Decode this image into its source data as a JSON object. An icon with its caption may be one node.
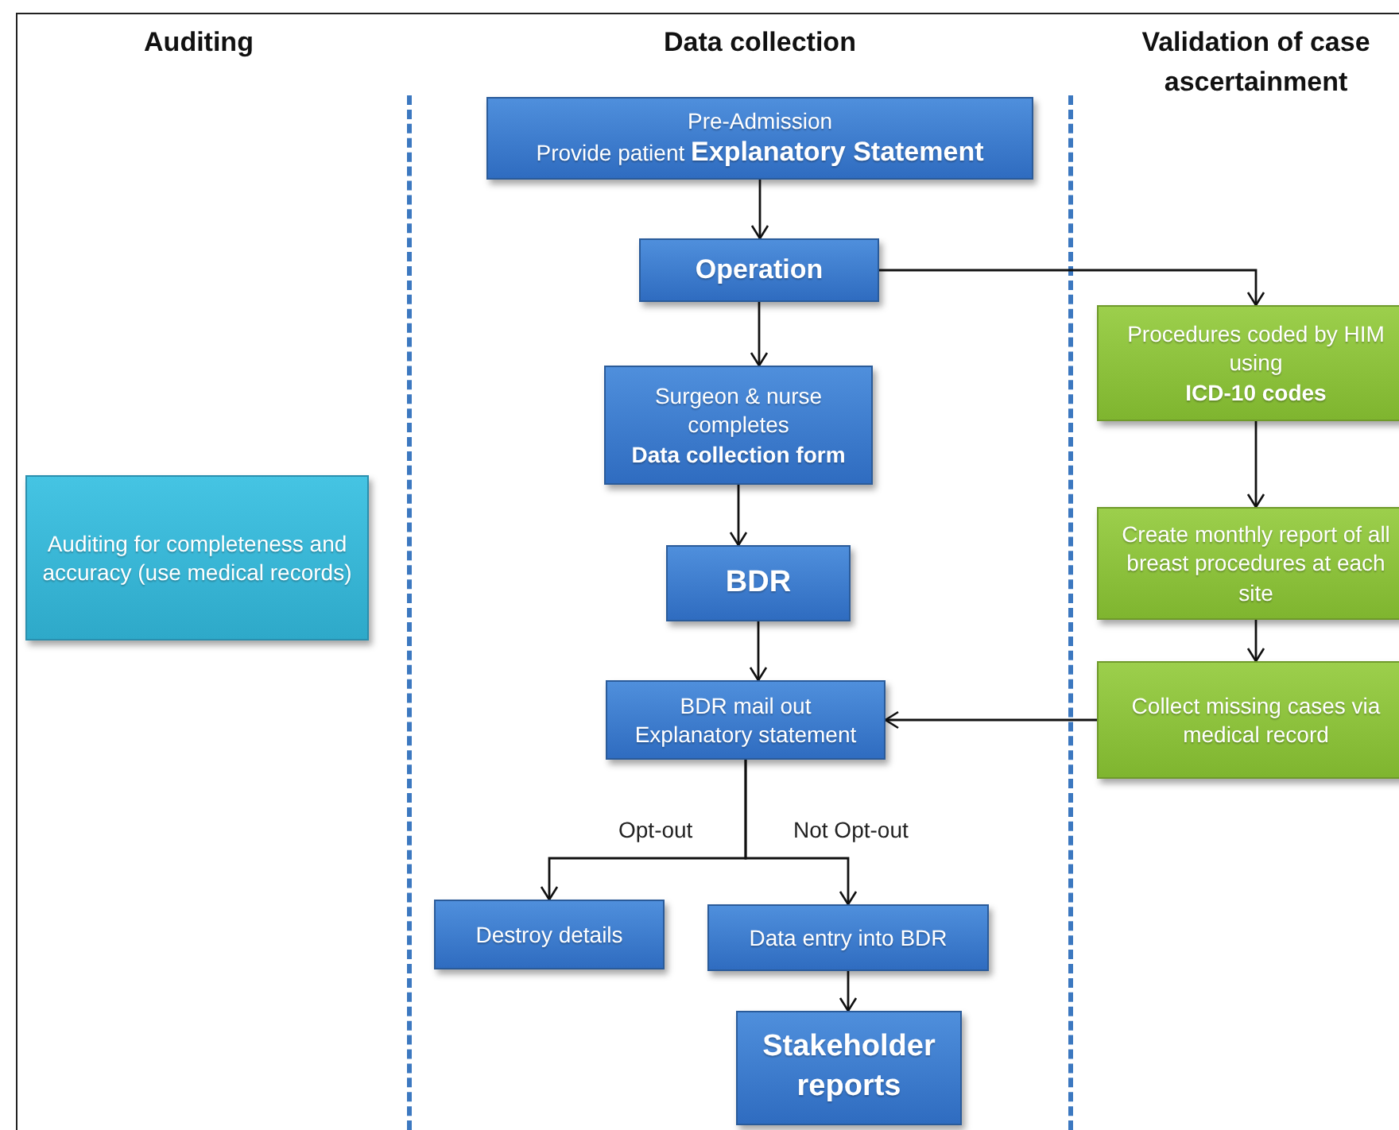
{
  "diagram": {
    "nodes": [
      {
        "text": [
          "Pre-Admission",
          "Provide patient **Explanatory Statement**"
        ]
      },
      {
        "text": [
          "Operation"
        ]
      },
      {
        "text": [
          "Surgeon & nurse completes",
          "Data collection form"
        ]
      },
      {
        "text": [
          "BDR"
        ]
      },
      {
        "text": [
          "BDR mail out",
          "Explanatory statement"
        ]
      },
      {
        "text": [
          "Destroy details"
        ]
      },
      {
        "text": [
          "Data entry into BDR"
        ]
      },
      {
        "text": [
          "Stakeholder reports"
        ]
      },
      {
        "text": [
          "Procedures coded  by HIM using",
          "ICD-10 codes"
        ]
      },
      {
        "text": [
          "Create monthly report of all breast procedures at each site"
        ]
      },
      {
        "text": [
          "Collect missing cases via medical record"
        ]
      },
      {
        "text": [
          "Auditing for completeness and accuracy (use medical records)"
        ]
      }
    ],
    "edges": [
      {
        "from": 0,
        "to": 1,
        "arrow": "to"
      },
      {
        "from": 1,
        "to": 2,
        "arrow": "to"
      },
      {
        "from": 2,
        "to": 3,
        "arrow": "to"
      },
      {
        "from": 3,
        "to": 4,
        "arrow": "to"
      },
      {
        "from": 1,
        "to": 8,
        "arrow": "to"
      },
      {
        "from": 8,
        "to": 9,
        "arrow": "to"
      },
      {
        "from": 9,
        "to": 10,
        "arrow": "to"
      },
      {
        "from": 10,
        "to": 4,
        "arrow": "to"
      },
      {
        "from": 4,
        "to": 5,
        "arrow": "to",
        "label": "Opt-out"
      },
      {
        "from": 4,
        "to": 6,
        "arrow": "to",
        "label": "Not Opt-out"
      },
      {
        "from": 6,
        "to": 7,
        "arrow": "to"
      }
    ],
    "labels": [
      "Auditing",
      "Data collection",
      "Validation of case ascertainment"
    ]
  }
}
